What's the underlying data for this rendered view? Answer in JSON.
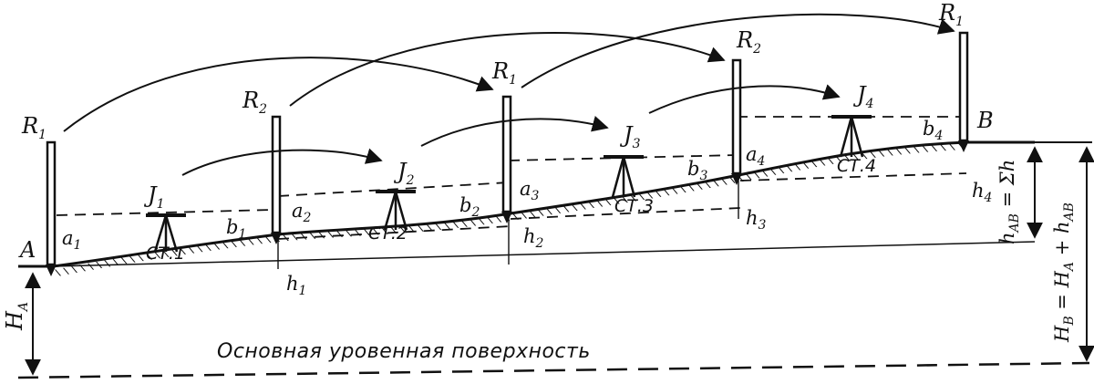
{
  "colors": {
    "ink": "#111111",
    "background": "#ffffff"
  },
  "point_labels": {
    "A": "A",
    "B": "B"
  },
  "rods": [
    {
      "id": "rod-1",
      "label": "R",
      "sub": "1"
    },
    {
      "id": "rod-2",
      "label": "R",
      "sub": "2"
    },
    {
      "id": "rod-3",
      "label": "R",
      "sub": "1"
    },
    {
      "id": "rod-4",
      "label": "R",
      "sub": "2"
    },
    {
      "id": "rod-5",
      "label": "R",
      "sub": "1"
    }
  ],
  "instruments": [
    {
      "label": "J",
      "sub": "1"
    },
    {
      "label": "J",
      "sub": "2"
    },
    {
      "label": "J",
      "sub": "3"
    },
    {
      "label": "J",
      "sub": "4"
    }
  ],
  "stations": [
    "СТ.1",
    "СТ.2",
    "СТ.3",
    "СТ.4"
  ],
  "readings": {
    "a": [
      {
        "l": "a",
        "s": "1"
      },
      {
        "l": "a",
        "s": "2"
      },
      {
        "l": "a",
        "s": "3"
      },
      {
        "l": "a",
        "s": "4"
      }
    ],
    "b": [
      {
        "l": "b",
        "s": "1"
      },
      {
        "l": "b",
        "s": "2"
      },
      {
        "l": "b",
        "s": "3"
      },
      {
        "l": "b",
        "s": "4"
      }
    ],
    "h": [
      {
        "l": "h",
        "s": "1"
      },
      {
        "l": "h",
        "s": "2"
      },
      {
        "l": "h",
        "s": "3"
      },
      {
        "l": "h",
        "s": "4"
      }
    ]
  },
  "formulas": {
    "HA": {
      "l": "H",
      "s": "A"
    },
    "hAB": {
      "l": "h",
      "s": "AB",
      "rest": " = Σh"
    },
    "HB": {
      "l": "H",
      "s": "B",
      "rest1": " = H",
      "s2": "A",
      "rest2": " + h",
      "s3": "AB"
    }
  },
  "caption": "Основная уровенная поверхность"
}
